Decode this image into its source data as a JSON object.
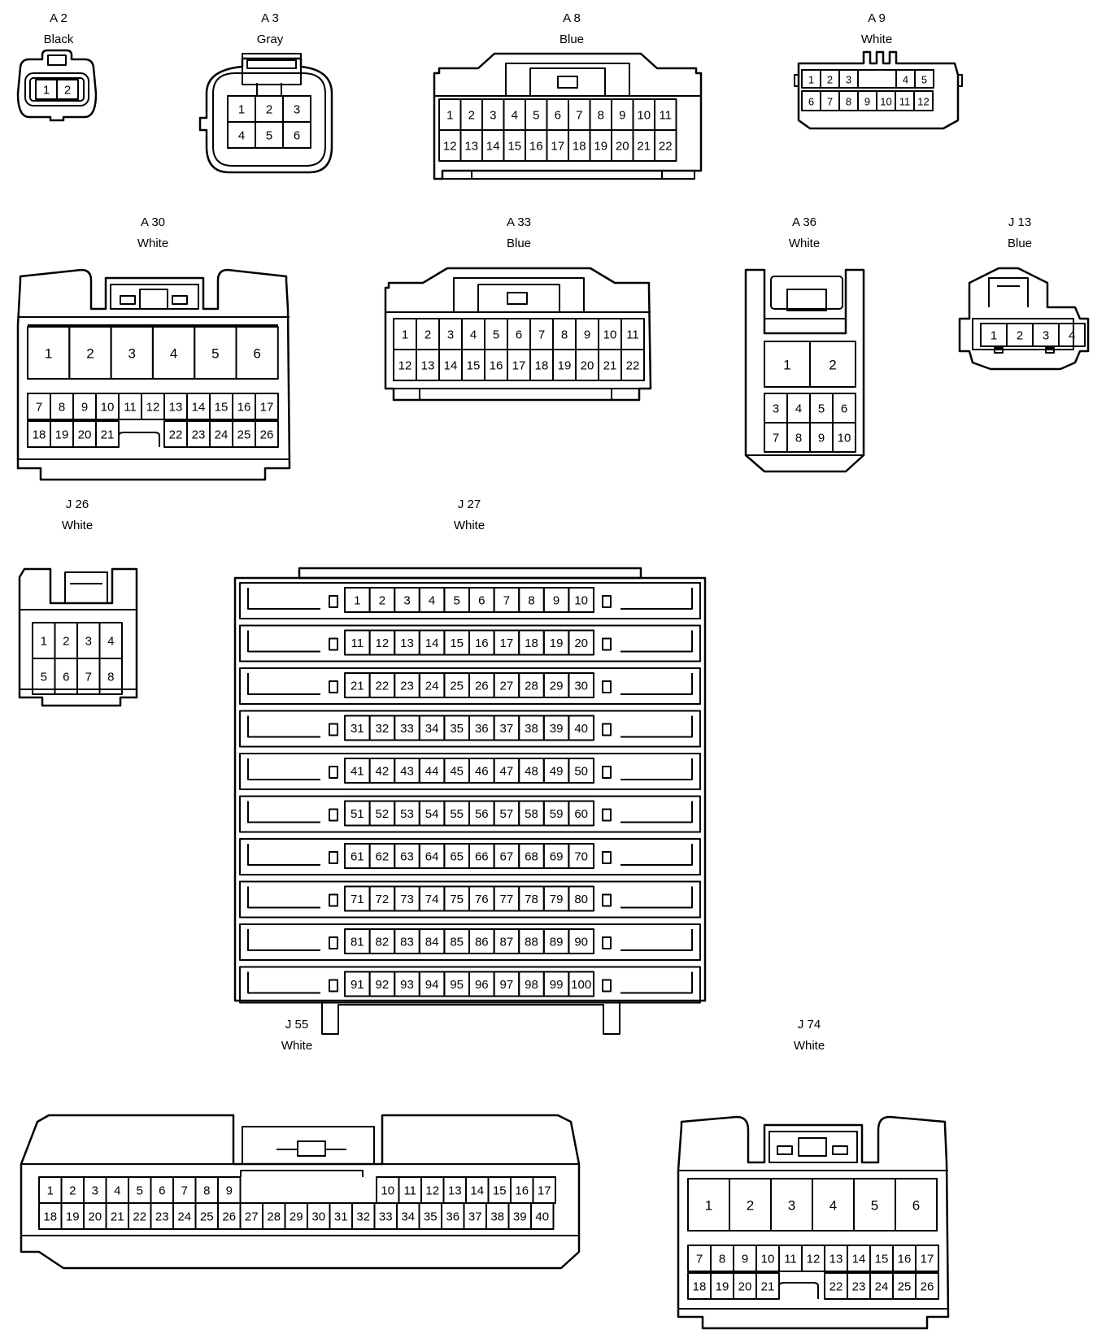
{
  "connectors": {
    "a2": {
      "code": "A 2",
      "color": "Black"
    },
    "a3": {
      "code": "A 3",
      "color": "Gray"
    },
    "a8": {
      "code": "A 8",
      "color": "Blue"
    },
    "a9": {
      "code": "A 9",
      "color": "White"
    },
    "a30": {
      "code": "A 30",
      "color": "White"
    },
    "a33": {
      "code": "A 33",
      "color": "Blue"
    },
    "a36": {
      "code": "A 36",
      "color": "White"
    },
    "j13": {
      "code": "J 13",
      "color": "Blue"
    },
    "j26": {
      "code": "J 26",
      "color": "White"
    },
    "j27": {
      "code": "J 27",
      "color": "White"
    },
    "j55": {
      "code": "J 55",
      "color": "White"
    },
    "j74": {
      "code": "J 74",
      "color": "White"
    }
  }
}
